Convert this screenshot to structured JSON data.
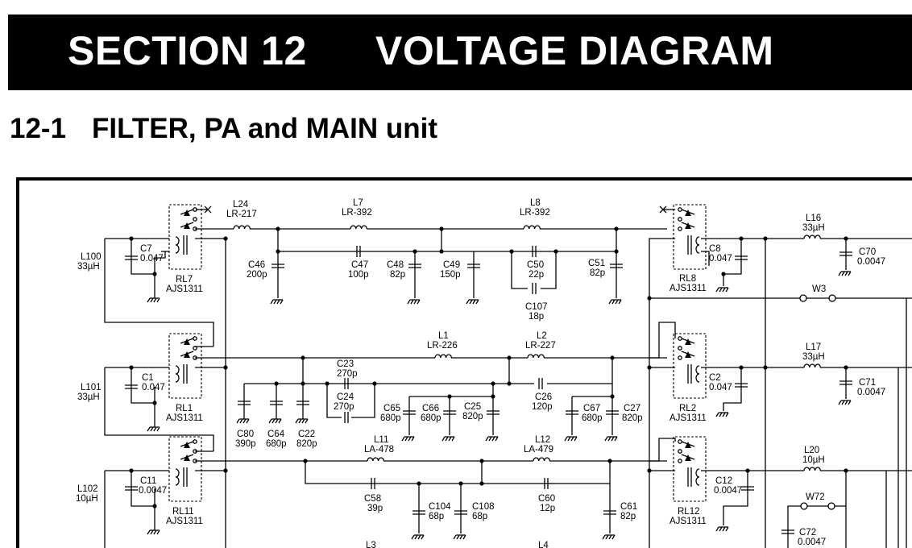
{
  "header": {
    "section": "SECTION 12",
    "title": "VOLTAGE DIAGRAM"
  },
  "subheader": {
    "number": "12-1",
    "title": "FILTER, PA and MAIN unit"
  },
  "labels": {
    "L24": "L24",
    "L24v": "LR-217",
    "L7": "L7",
    "L7v": "LR-392",
    "L8": "L8",
    "L8v": "LR-392",
    "L16": "L16",
    "L16v": "33µH",
    "C70": "C70",
    "C70v": "0.0047",
    "L100": "L100",
    "L100v": "33µH",
    "C7": "C7",
    "C7v": "0.047",
    "RL7": "RL7",
    "RL7v": "AJS1311",
    "C46": "C46",
    "C46v": "200p",
    "C47": "C47",
    "C47v": "100p",
    "C48": "C48",
    "C48v": "82p",
    "C49": "C49",
    "C49v": "150p",
    "C50": "C50",
    "C50v": "22p",
    "C51": "C51",
    "C51v": "82p",
    "C107": "C107",
    "C107v": "18p",
    "C8": "C8",
    "C8v": "0.047",
    "RL8": "RL8",
    "RL8v": "AJS1311",
    "W3": "W3",
    "L1": "L1",
    "L1v": "LR-226",
    "L2": "L2",
    "L2v": "LR-227",
    "L17": "L17",
    "L17v": "33µH",
    "L101": "L101",
    "L101v": "33µH",
    "C1": "C1",
    "C1v": "0.047",
    "RL1": "RL1",
    "RL1v": "AJS1311",
    "C23": "C23",
    "C23v": "270p",
    "C24": "C24",
    "C24v": "270p",
    "C26": "C26",
    "C26v": "120p",
    "C65": "C65",
    "C65v": "680p",
    "C66": "C66",
    "C66v": "680p",
    "C25": "C25",
    "C25v": "820p",
    "C67": "C67",
    "C67v": "680p",
    "C27": "C27",
    "C27v": "820p",
    "C2": "C2",
    "C2v": "0.047",
    "RL2": "RL2",
    "RL2v": "AJS1311",
    "C71": "C71",
    "C71v": "0.0047",
    "C80": "C80",
    "C80v": "390p",
    "C64": "C64",
    "C64v": "680p",
    "C22": "C22",
    "C22v": "820p",
    "L11": "L11",
    "L11v": "LA-478",
    "L12": "L12",
    "L12v": "LA-479",
    "L20": "L20",
    "L20v": "10µH",
    "L102": "L102",
    "L102v": "10µH",
    "C11": "C11",
    "C11v": "0.0047",
    "RL11": "RL11",
    "RL11v": "AJS1311",
    "C58": "C58",
    "C58v": "39p",
    "C104": "C104",
    "C104v": "68p",
    "C108": "C108",
    "C108v": "68p",
    "C60": "C60",
    "C60v": "12p",
    "C61": "C61",
    "C61v": "82p",
    "C12": "C12",
    "C12v": "0.0047",
    "RL12": "RL12",
    "RL12v": "AJS1311",
    "W72": "W72",
    "C72": "C72",
    "C72v": "0.0047",
    "L3": "L3",
    "L4": "L4"
  }
}
